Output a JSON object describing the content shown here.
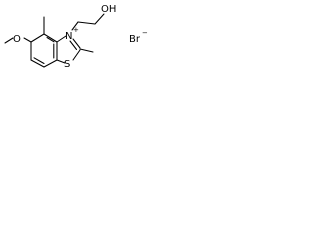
{
  "structure": {
    "ring_sulfur": "S",
    "ring_nitrogen": "N",
    "nitrogen_charge": "+",
    "methoxy_oxygen": "O",
    "hydroxyl": "OH",
    "counterion": "Br",
    "counterion_charge": "−"
  }
}
